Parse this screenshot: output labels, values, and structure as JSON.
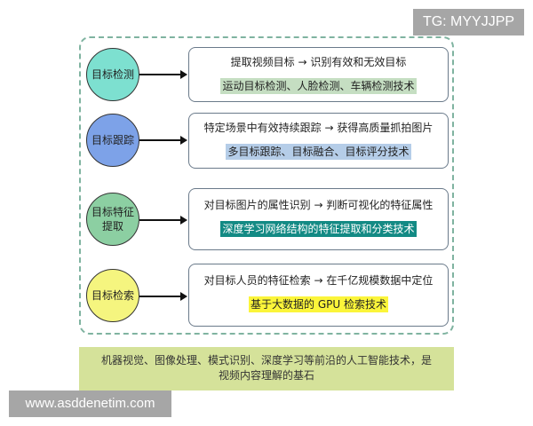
{
  "watermarks": {
    "top_right": "TG: MYYJJPP",
    "bottom_left": "www.asddenetim.com"
  },
  "rows": [
    {
      "circle_label": "目标检测",
      "circle_color": "#7de0d0",
      "description": "提取视频目标 → 识别有效和无效目标",
      "tech": "运动目标检测、人脸检测、车辆检测技术",
      "tech_highlight": "#c5dec2",
      "tech_text_color": "#222222"
    },
    {
      "circle_label": "目标跟踪",
      "circle_color": "#7da2e8",
      "description": "特定场景中有效持续跟踪 → 获得高质量抓拍图片",
      "tech": "多目标跟踪、目标融合、目标评分技术",
      "tech_highlight": "#b5cde8",
      "tech_text_color": "#222222"
    },
    {
      "circle_label": "目标特征提取",
      "circle_label_line1": "目标特征",
      "circle_label_line2": "提取",
      "circle_color": "#8ccfa2",
      "description": "对目标图片的属性识别 → 判断可视化的特征属性",
      "tech": "深度学习网络结构的特征提取和分类技术",
      "tech_highlight": "#138a84",
      "tech_text_color": "#ffffff"
    },
    {
      "circle_label": "目标检索",
      "circle_color": "#f5f57f",
      "description": "对目标人员的特征检索 → 在千亿规模数据中定位",
      "tech": "基于大数据的 GPU 检索技术",
      "tech_highlight": "#fbf53a",
      "tech_text_color": "#222222"
    }
  ],
  "summary": {
    "line1": "机器视觉、图像处理、模式识别、深度学习等前沿的人工智能技术，是",
    "line2": "视频内容理解的基石"
  },
  "colors": {
    "dashed_border": "#7fb3a0",
    "summary_bg": "#d5e29a",
    "watermark_bg": "#a6a6a6"
  }
}
